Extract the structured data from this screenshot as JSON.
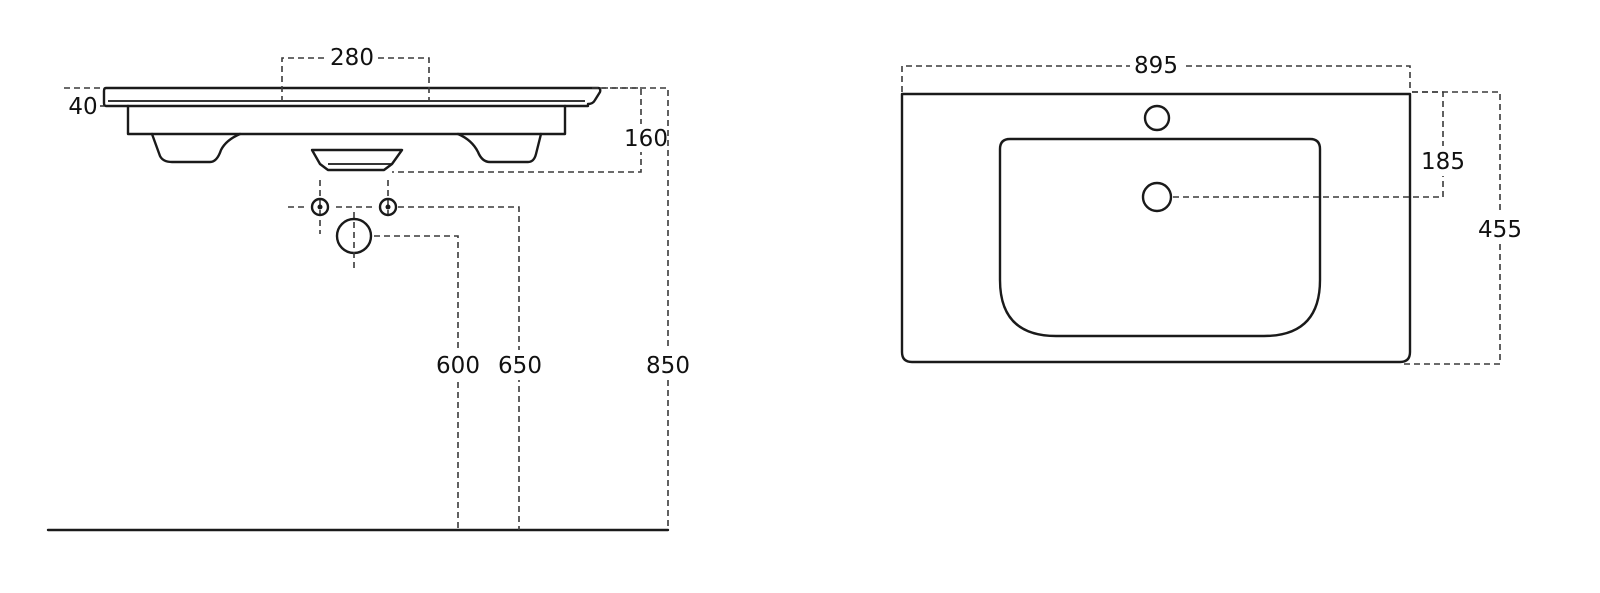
{
  "side_view": {
    "tap_spacing": "280",
    "rim_thickness": "40",
    "basin_depth": "160",
    "waste_height": "600",
    "supply_height": "650",
    "rim_height": "850"
  },
  "top_view": {
    "width": "895",
    "tap_to_drain": "185",
    "depth": "455"
  }
}
